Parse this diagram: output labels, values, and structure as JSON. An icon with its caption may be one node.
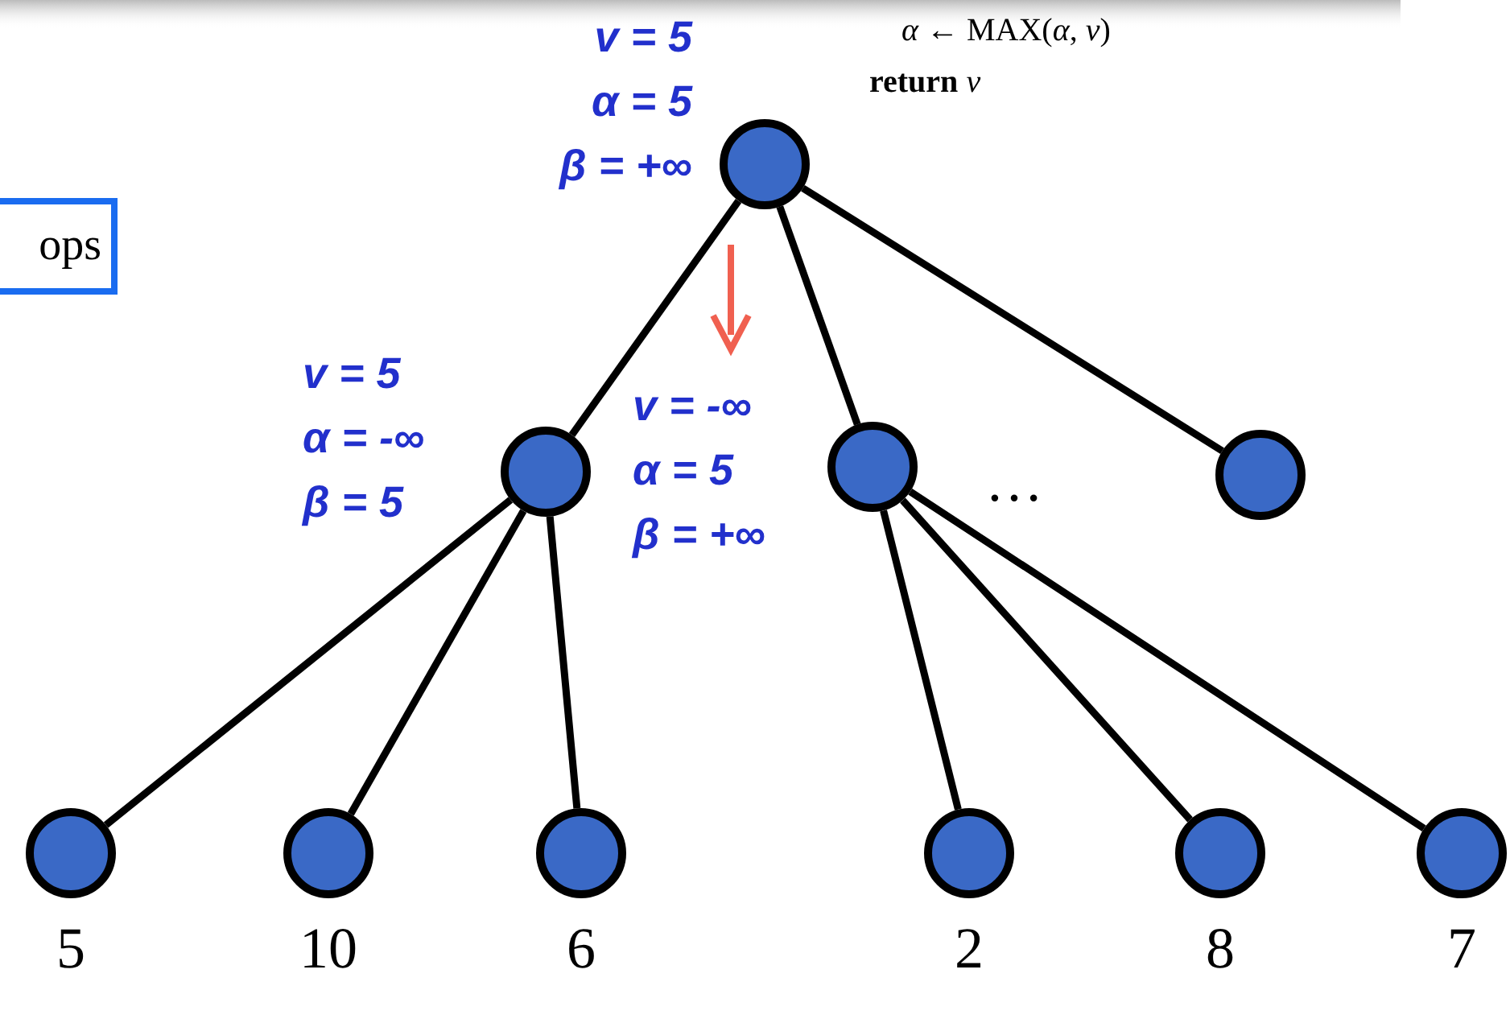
{
  "diagram": {
    "nodes": [
      {
        "text": [],
        "shape": "circle",
        "beside": [
          "v = 5",
          "α = 5",
          "β = +∞"
        ]
      },
      {
        "text": [],
        "shape": "circle",
        "beside": [
          "v = 5",
          "α = -∞",
          "β = 5"
        ]
      },
      {
        "text": [],
        "shape": "circle",
        "beside": [
          "v = -∞",
          "α = 5",
          "β = +∞"
        ]
      },
      {
        "text": [],
        "shape": "circle"
      },
      {
        "text": [],
        "shape": "circle",
        "beside": [
          "5"
        ]
      },
      {
        "text": [],
        "shape": "circle",
        "beside": [
          "10"
        ]
      },
      {
        "text": [],
        "shape": "circle",
        "beside": [
          "6"
        ]
      },
      {
        "text": [],
        "shape": "circle",
        "beside": [
          "2"
        ]
      },
      {
        "text": [],
        "shape": "circle",
        "beside": [
          "8"
        ]
      },
      {
        "text": [],
        "shape": "circle",
        "beside": [
          "7"
        ]
      },
      {
        "text": [
          "ops"
        ]
      }
    ],
    "edges": [
      {
        "from": 0,
        "to": 1,
        "arrow": "none"
      },
      {
        "from": 0,
        "to": 2,
        "arrow": "none"
      },
      {
        "from": 0,
        "to": 3,
        "arrow": "none"
      },
      {
        "from": 1,
        "to": 4,
        "arrow": "none"
      },
      {
        "from": 1,
        "to": 5,
        "arrow": "none"
      },
      {
        "from": 1,
        "to": 6,
        "arrow": "none"
      },
      {
        "from": 2,
        "to": 7,
        "arrow": "none"
      },
      {
        "from": 2,
        "to": 8,
        "arrow": "none"
      },
      {
        "from": 2,
        "to": 9,
        "arrow": "none"
      }
    ],
    "labels": [
      "*α* ← MAX(*α*, *v*)",
      "**return** *v*",
      "…"
    ]
  }
}
